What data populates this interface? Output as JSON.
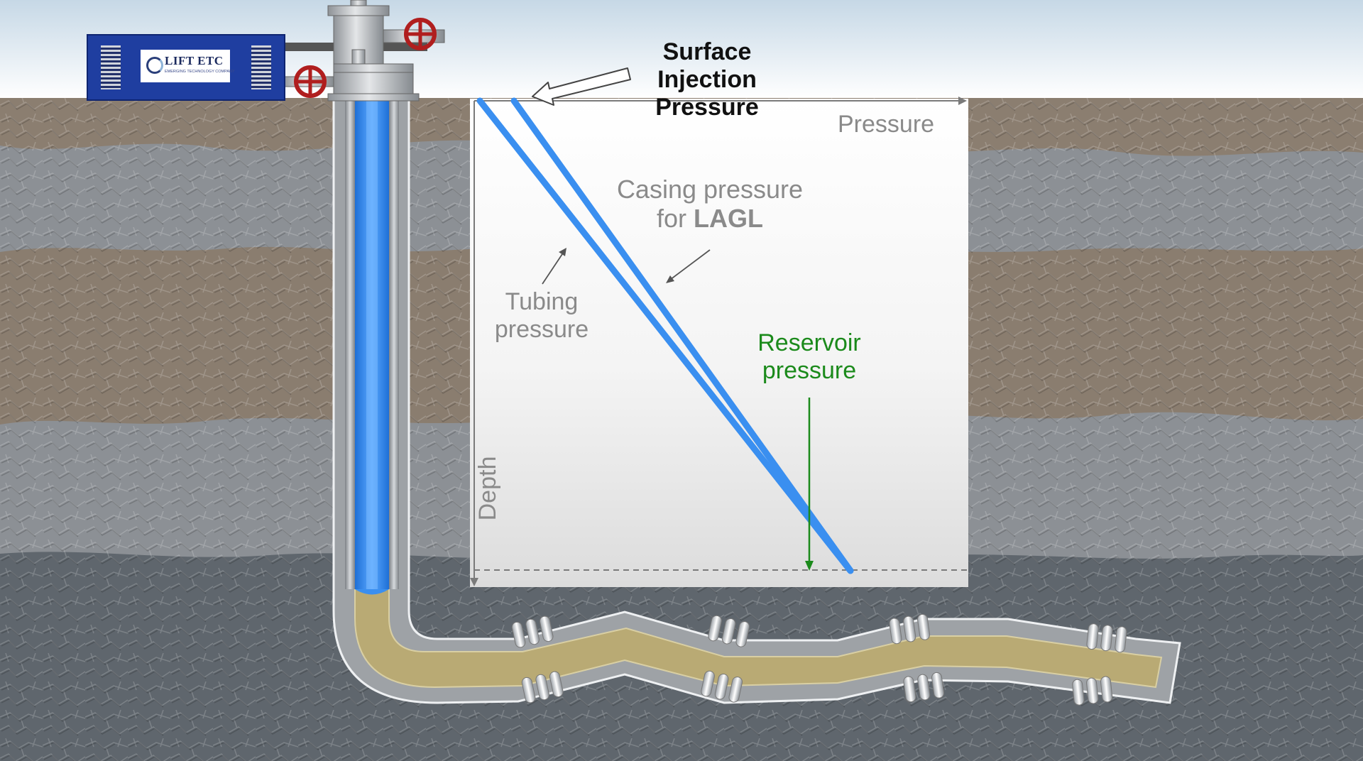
{
  "logo": {
    "name": "LIFT ETC",
    "tagline": "EMERGING TECHNOLOGY COMPANY"
  },
  "labels": {
    "surface_injection": [
      "Surface",
      "Injection",
      "Pressure"
    ],
    "pressure_axis": "Pressure",
    "depth_axis": "Depth",
    "casing": {
      "line1": "Casing pressure",
      "line2_prefix": "for ",
      "line2_bold": "LAGL"
    },
    "tubing": [
      "Tubing",
      "pressure"
    ],
    "reservoir": [
      "Reservoir",
      "pressure"
    ]
  },
  "colors": {
    "sky_top": "#c9dae8",
    "tubing_blue": "#3a8ff0",
    "casing_steel": "#9ea2a6",
    "fluid_tan": "#b9aa74",
    "strata_brown": "#8a7d6f",
    "strata_gray": "#8e9296",
    "strata_dark": "#5e656c",
    "valve_red": "#b01e1e",
    "reservoir_green": "#1b8a1b"
  },
  "icons": [
    "valve-wheel-icon",
    "lift-etc-logo-icon"
  ]
}
